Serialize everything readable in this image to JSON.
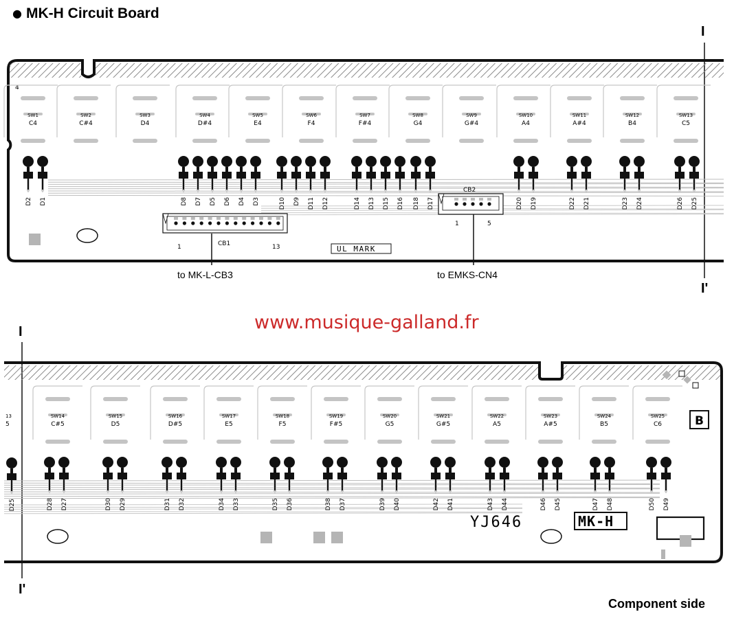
{
  "header": {
    "bullet": "●",
    "title": "MK-H Circuit Board"
  },
  "section_marks": {
    "top": "I",
    "top_prime": "I'",
    "bottom": "I",
    "bottom_prime": "I'"
  },
  "watermark": "www.musique-galland.fr",
  "footer": "Component side",
  "colors": {
    "hatch": "#9a9a9a",
    "trace": "#b8b8b8",
    "outline": "#111111",
    "watermark": "#cc2a2a"
  },
  "board_top": {
    "corner_label": "4",
    "switches": [
      {
        "sw": "SW1",
        "note": "C4"
      },
      {
        "sw": "SW2",
        "note": "C#4"
      },
      {
        "sw": "SW3",
        "note": "D4"
      },
      {
        "sw": "SW4",
        "note": "D#4"
      },
      {
        "sw": "SW5",
        "note": "E4"
      },
      {
        "sw": "SW6",
        "note": "F4"
      },
      {
        "sw": "SW7",
        "note": "F#4"
      },
      {
        "sw": "SW8",
        "note": "G4"
      },
      {
        "sw": "SW9",
        "note": "G#4"
      },
      {
        "sw": "SW10",
        "note": "A4"
      },
      {
        "sw": "SW11",
        "note": "A#4"
      },
      {
        "sw": "SW12",
        "note": "B4"
      },
      {
        "sw": "SW13",
        "note": "C5"
      }
    ],
    "diodes": [
      "D2",
      "D1",
      "D8",
      "D7",
      "D5",
      "D6",
      "D4",
      "D3",
      "D10",
      "D9",
      "D11",
      "D12",
      "D14",
      "D13",
      "D15",
      "D16",
      "D18",
      "D17",
      "D20",
      "D19",
      "D22",
      "D21",
      "D23",
      "D24",
      "D26",
      "D25"
    ],
    "connectors": [
      {
        "name": "CB1",
        "pin_start": "1",
        "pin_end": "13",
        "route": "to MK-L-CB3"
      },
      {
        "name": "CB2",
        "pin_start": "1",
        "pin_end": "5",
        "route": "to EMKS-CN4"
      }
    ],
    "ul_mark": "UL MARK"
  },
  "board_bottom": {
    "edge_switch": {
      "sw": "13",
      "note": "5"
    },
    "switches": [
      {
        "sw": "SW14",
        "note": "C#5"
      },
      {
        "sw": "SW15",
        "note": "D5"
      },
      {
        "sw": "SW16",
        "note": "D#5"
      },
      {
        "sw": "SW17",
        "note": "E5"
      },
      {
        "sw": "SW18",
        "note": "F5"
      },
      {
        "sw": "SW19",
        "note": "F#5"
      },
      {
        "sw": "SW20",
        "note": "G5"
      },
      {
        "sw": "SW21",
        "note": "G#5"
      },
      {
        "sw": "SW22",
        "note": "A5"
      },
      {
        "sw": "SW23",
        "note": "A#5"
      },
      {
        "sw": "SW24",
        "note": "B5"
      },
      {
        "sw": "SW25",
        "note": "C6"
      }
    ],
    "diodes": [
      "D25",
      "D28",
      "D27",
      "D30",
      "D29",
      "D31",
      "D32",
      "D34",
      "D33",
      "D35",
      "D36",
      "D38",
      "D37",
      "D39",
      "D40",
      "D42",
      "D41",
      "D43",
      "D44",
      "D46",
      "D45",
      "D47",
      "D48",
      "D50",
      "D49"
    ],
    "part_code": "YJ646",
    "board_name": "MK-H",
    "side_mark": "B"
  }
}
